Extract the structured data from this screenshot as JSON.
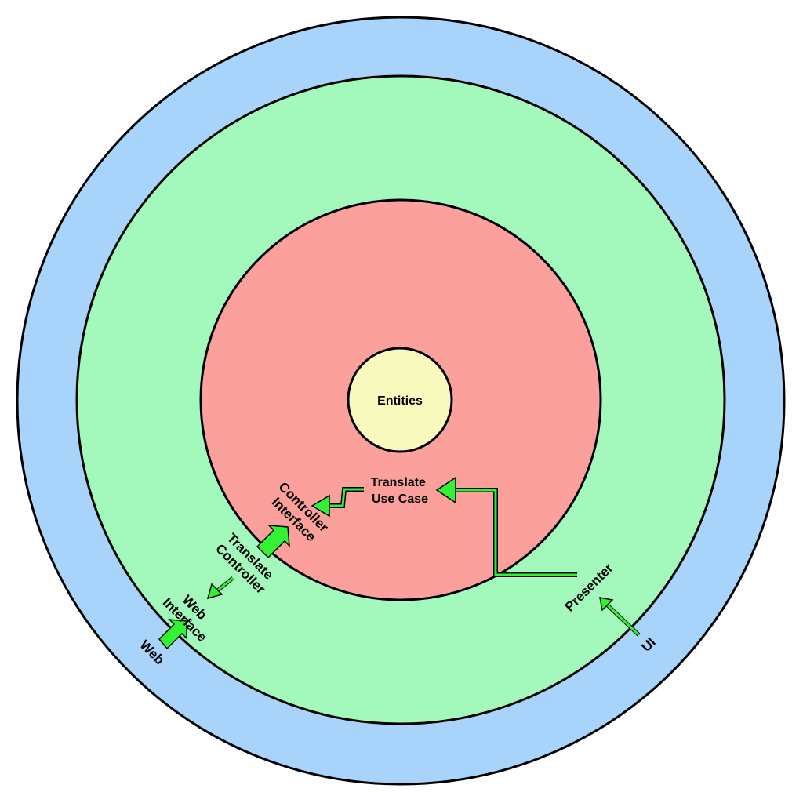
{
  "layers": {
    "outer": {
      "label": "Web",
      "label2": "UI",
      "color": "#a8d4fb"
    },
    "adapters": {
      "color": "#a3f9bb"
    },
    "use_cases": {
      "color": "#fba09b"
    },
    "core": {
      "label": "Entities",
      "color": "#f8fbbd"
    }
  },
  "labels": {
    "translate_use_case_1": "Translate",
    "translate_use_case_2": "Use Case",
    "controller_interface_1": "Controller",
    "controller_interface_2": "Interface",
    "translate_controller_1": "Translate",
    "translate_controller_2": "Controller",
    "web_interface_1": "Web",
    "web_interface_2": "Interface",
    "web": "Web",
    "presenter": "Presenter",
    "ui": "UI"
  },
  "arrow_color": "#33f133"
}
